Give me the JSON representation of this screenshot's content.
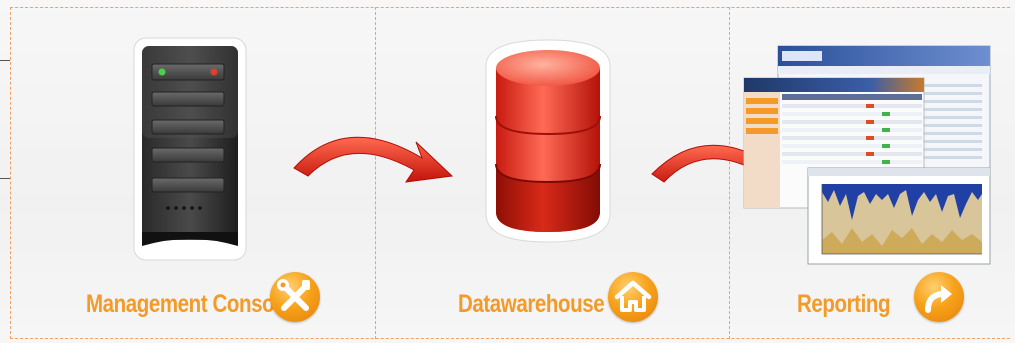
{
  "steps": [
    {
      "label": "Management Console",
      "icon": "tools-icon",
      "image": "server-icon"
    },
    {
      "label": "Datawarehouse",
      "icon": "home-icon",
      "image": "database-icon"
    },
    {
      "label": "Reporting",
      "icon": "share-arrow-icon",
      "image": "report-screenshot"
    }
  ],
  "colors": {
    "accent": "#f39a28",
    "arrow": "#e8200c",
    "border": "#f0a060"
  }
}
